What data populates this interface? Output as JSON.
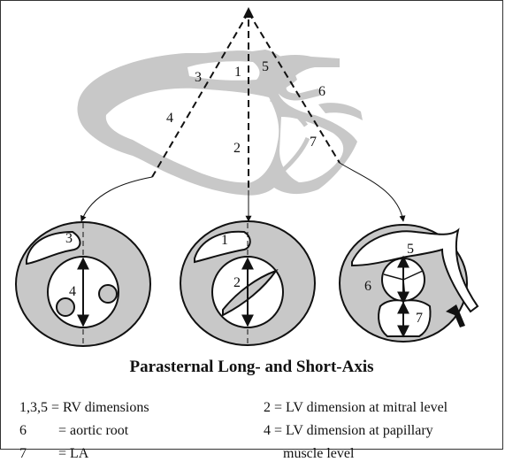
{
  "long_axis_labels": [
    "3",
    "1",
    "5",
    "6",
    "4",
    "2",
    "7"
  ],
  "short_axis_labels": {
    "rv_section": [
      "3",
      "4"
    ],
    "mitral_section": [
      "1",
      "2"
    ],
    "aortic_section": [
      "5",
      "6",
      "7"
    ]
  },
  "caption": "Parasternal Long- and Short-Axis",
  "legend": [
    {
      "key": "1,3,5",
      "eq": "=",
      "text": "RV dimensions"
    },
    {
      "key": "6",
      "eq": "=",
      "text": "aortic root"
    },
    {
      "key": "7",
      "eq": "=",
      "text": "LA"
    },
    {
      "key": "2",
      "eq": "=",
      "text": "LV dimension at mitral level"
    },
    {
      "key": "4",
      "eq": "=",
      "text": "LV dimension at papillary"
    },
    {
      "key": "",
      "eq": "",
      "text": "muscle level"
    }
  ],
  "colors": {
    "wall_fill": "#c8c8c8",
    "cavity_fill": "#ffffff",
    "line": "#111111"
  }
}
